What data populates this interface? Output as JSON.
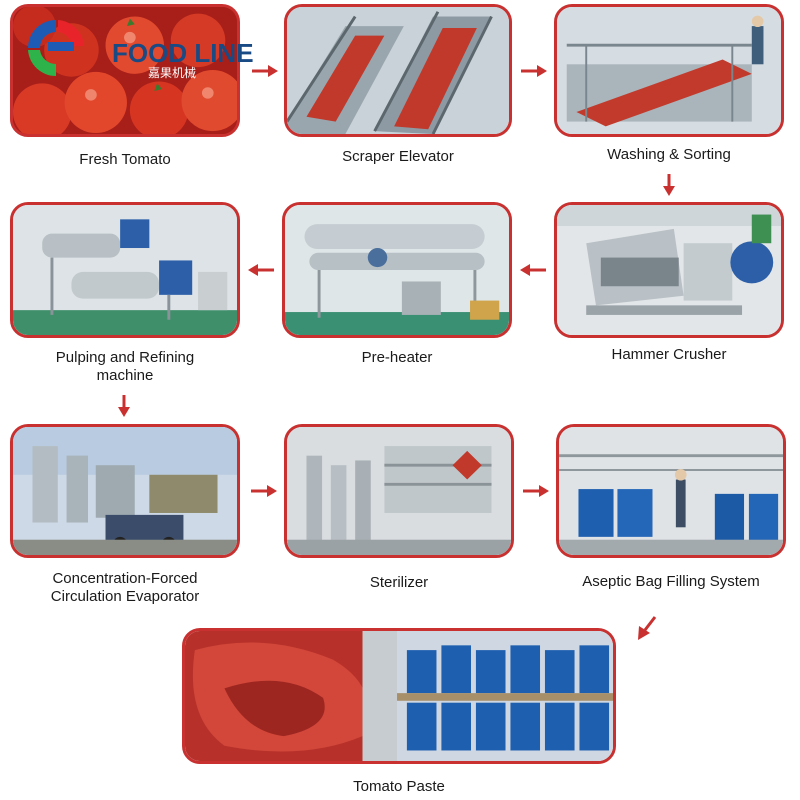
{
  "logo": {
    "brand": "FOOD LINE",
    "subtitle": "嘉果机械",
    "colors": [
      "#1e5bb5",
      "#2db34a",
      "#e8232a"
    ]
  },
  "steps": [
    {
      "label": "Fresh Tomato"
    },
    {
      "label": "Scraper Elevator"
    },
    {
      "label": "Washing & Sorting"
    },
    {
      "label": "Pulping and Refining\nmachine"
    },
    {
      "label": "Pre-heater"
    },
    {
      "label": "Hammer Crusher"
    },
    {
      "label": "Concentration-Forced\nCirculation Evaporator"
    },
    {
      "label": "Sterilizer"
    },
    {
      "label": "Aseptic Bag Filling System"
    },
    {
      "label": "Tomato Paste"
    }
  ],
  "colors": {
    "frame": "#c8312f",
    "arrow": "#c8312f",
    "text": "#1a1a1a"
  }
}
